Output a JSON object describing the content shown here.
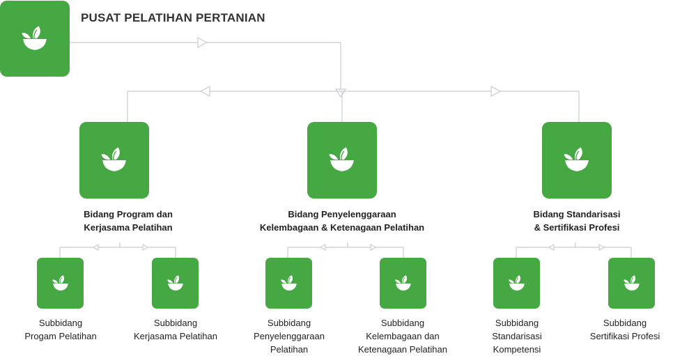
{
  "root": {
    "title": "PUSAT PELATIHAN PERTANIAN",
    "icon": "leaf-bowl-icon"
  },
  "divisions": [
    {
      "lines": [
        "Bidang Program dan",
        "Kerjasama Pelatihan"
      ],
      "subdivisions": [
        {
          "lines": [
            "Subbidang",
            "Progam Pelatihan"
          ]
        },
        {
          "lines": [
            "Subbidang",
            "Kerjasama Pelatihan"
          ]
        }
      ]
    },
    {
      "lines": [
        "Bidang Penyelenggaraan",
        "Kelembagaan & Ketenagaan Pelatihan"
      ],
      "subdivisions": [
        {
          "lines": [
            "Subbidang",
            "Penyelenggaraan",
            "Pelatihan"
          ]
        },
        {
          "lines": [
            "Subbidang",
            "Kelembagaan dan",
            "Ketenagaan Pelatihan"
          ]
        }
      ]
    },
    {
      "lines": [
        "Bidang Standarisasi",
        "& Sertifikasi Profesi"
      ],
      "subdivisions": [
        {
          "lines": [
            "Subbidang",
            "Standarisasi",
            "Kompetensi"
          ]
        },
        {
          "lines": [
            "Subbidang",
            "Sertifikasi Profesi"
          ]
        }
      ]
    }
  ],
  "colors": {
    "box": "#45a843",
    "connector": "#c8ccd2",
    "text": "#333333"
  }
}
